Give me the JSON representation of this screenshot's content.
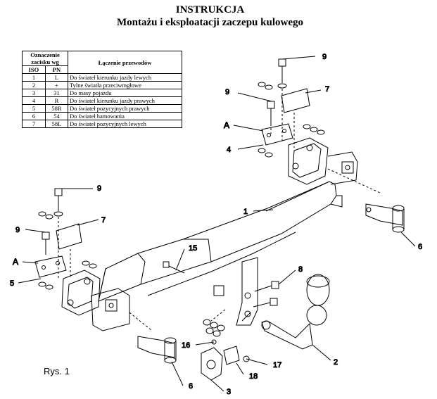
{
  "title": "INSTRUKCJA",
  "subtitle": "Montażu i eksploatacji zaczepu kulowego",
  "table": {
    "header_marking": "Oznaczenie zacisku wg",
    "header_connection": "Łączenie przewodów",
    "col_iso": "ISO",
    "col_pn": "PN",
    "rows": [
      {
        "iso": "1",
        "pn": "L",
        "desc": "Do świateł kierunku jazdy lewych"
      },
      {
        "iso": "2",
        "pn": "+",
        "desc": "Tylne światła przeciwmgłowe"
      },
      {
        "iso": "3",
        "pn": "31",
        "desc": "Do masy pojazdu"
      },
      {
        "iso": "4",
        "pn": "R",
        "desc": "Do świateł kierunku jazdy prawych"
      },
      {
        "iso": "5",
        "pn": "58R",
        "desc": "Do świateł pozycyjnych prawych"
      },
      {
        "iso": "6",
        "pn": "54",
        "desc": "Do świateł hamowania"
      },
      {
        "iso": "7",
        "pn": "58L",
        "desc": "Do świateł pozycyjnych lewych"
      }
    ]
  },
  "callouts": {
    "c1": "1",
    "c2": "2",
    "c3": "3",
    "c4": "4",
    "c5": "5",
    "c6a": "6",
    "c6b": "6",
    "c7a": "7",
    "c7b": "7",
    "c8": "8",
    "c9a": "9",
    "c9b": "9",
    "c9c": "9",
    "c9d": "9",
    "c15": "15",
    "c16": "16",
    "c17": "17",
    "c18": "18",
    "cAa": "A",
    "cAb": "A"
  },
  "caption": "Rys. 1"
}
